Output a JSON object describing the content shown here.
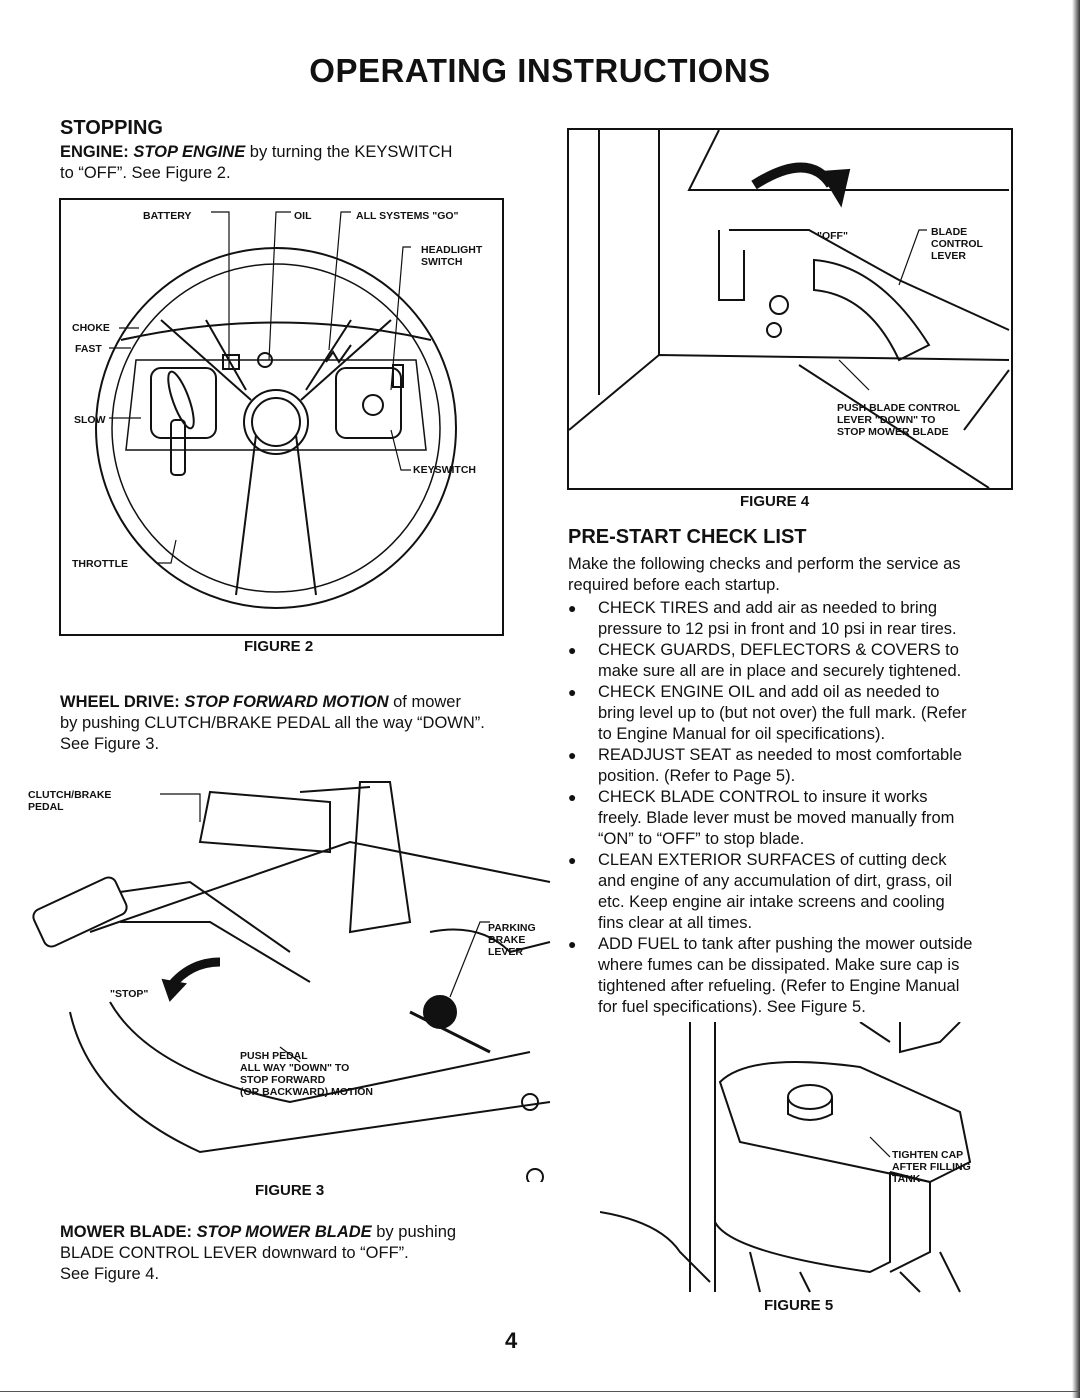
{
  "title": "OPERATING INSTRUCTIONS",
  "stopping": {
    "heading": "STOPPING",
    "engine_label": "ENGINE:",
    "engine_emph": "STOP ENGINE",
    "engine_text_1": " by turning the KEYSWITCH",
    "engine_text_2": "to “OFF”.  See Figure 2."
  },
  "figure2": {
    "caption": "FIGURE 2",
    "labels": {
      "battery": "BATTERY",
      "oil": "OIL",
      "all_systems": "ALL SYSTEMS \"GO\"",
      "headlight_1": "HEADLIGHT",
      "headlight_2": "SWITCH",
      "choke": "CHOKE",
      "fast": "FAST",
      "slow": "SLOW",
      "keyswitch": "KEYSWITCH",
      "throttle": "THROTTLE"
    }
  },
  "wheel_drive": {
    "label": "WHEEL DRIVE:",
    "emph": "STOP FORWARD MOTION",
    "text_1": " of mower",
    "text_2": "by pushing CLUTCH/BRAKE PEDAL all the way “DOWN”.",
    "text_3": "See Figure 3."
  },
  "figure3": {
    "caption": "FIGURE 3",
    "labels": {
      "clutch_1": "CLUTCH/BRAKE",
      "clutch_2": "PEDAL",
      "parking_1": "PARKING",
      "parking_2": "BRAKE",
      "parking_3": "LEVER",
      "stop": "\"STOP\"",
      "push_1": "PUSH PEDAL",
      "push_2": "ALL WAY \"DOWN\" TO",
      "push_3": "STOP FORWARD",
      "push_4": "(OR BACKWARD) MOTION"
    }
  },
  "mower_blade": {
    "label": "MOWER BLADE:",
    "emph": "STOP MOWER BLADE",
    "text_1": " by pushing",
    "text_2": "BLADE CONTROL LEVER downward to “OFF”.",
    "text_3": "See Figure 4."
  },
  "figure4": {
    "caption": "FIGURE 4",
    "labels": {
      "off": "\"OFF\"",
      "blade_1": "BLADE",
      "blade_2": "CONTROL",
      "blade_3": "LEVER",
      "push_1": "PUSH BLADE CONTROL",
      "push_2": "LEVER \"DOWN\" TO",
      "push_3": "STOP MOWER BLADE"
    }
  },
  "prestart": {
    "heading": "PRE-START CHECK LIST",
    "intro_1": "Make the following checks and perform the service as",
    "intro_2": "required before each startup.",
    "items": [
      [
        "CHECK TIRES and add air as needed to bring",
        "pressure to 12 psi in front and 10 psi in rear tires."
      ],
      [
        "CHECK GUARDS, DEFLECTORS & COVERS to",
        "make sure all are in place and securely tightened."
      ],
      [
        "CHECK ENGINE OIL and add oil as needed to",
        "bring level up to (but not over) the full mark.  (Refer",
        "to Engine Manual for oil specifications)."
      ],
      [
        "READJUST SEAT as needed to most comfortable",
        "position.  (Refer to Page 5)."
      ],
      [
        "CHECK BLADE CONTROL to insure it works",
        "freely.  Blade lever must be moved manually from",
        "“ON” to “OFF” to stop blade."
      ],
      [
        "CLEAN EXTERIOR SURFACES of cutting deck",
        "and engine of any accumulation of dirt, grass, oil",
        "etc.  Keep engine air intake screens and cooling",
        "fins clear at all times."
      ],
      [
        "ADD FUEL to tank after pushing the mower outside",
        "where fumes can be dissipated.  Make sure cap is",
        "tightened after refueling.  (Refer to Engine Manual",
        "for fuel specifications).  See Figure 5."
      ]
    ]
  },
  "figure5": {
    "caption": "FIGURE 5",
    "labels": {
      "tighten_1": "TIGHTEN CAP",
      "tighten_2": "AFTER FILLING",
      "tighten_3": "TANK"
    }
  },
  "page_number": "4"
}
